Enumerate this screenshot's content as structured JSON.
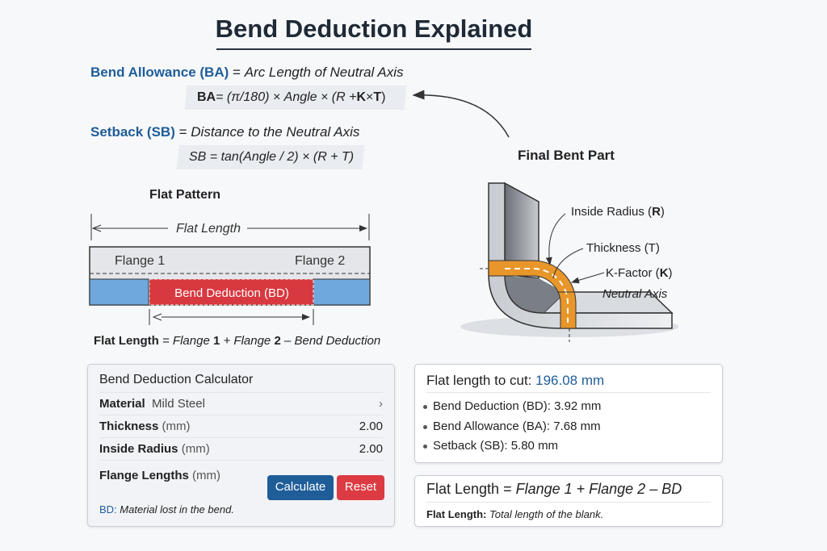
{
  "title": "Bend Deduction Explained",
  "ba": {
    "term": "Bend Allowance (BA)",
    "eq": "=",
    "desc": "Arc Length of Neutral Axis",
    "formula_lhs": "BA",
    "formula_rhs": " = (π/180) × Angle × (R + ",
    "formula_k": "K",
    "formula_x": " × ",
    "formula_t": "T",
    "formula_end": ")"
  },
  "sb": {
    "term": "Setback (SB)",
    "eq": "=",
    "desc": "Distance to the Neutral Axis",
    "formula": "SB = tan(Angle / 2) × (R + T)"
  },
  "flat_pattern": {
    "title": "Flat Pattern",
    "flat_length": "Flat Length",
    "flange1": "Flange 1",
    "flange2": "Flange 2",
    "bd": "Bend Deduction (BD)",
    "formula": {
      "lhs": "Flat Length",
      "rest1": " = Flange ",
      "n1": "1",
      "rest2": " + Flange ",
      "n2": "2",
      "rest3": " – Bend Deduction"
    }
  },
  "bent_part": {
    "title": "Final Bent Part",
    "inside_radius": "Inside Radius (",
    "r": "R",
    "thickness": "Thickness (T)",
    "kfactor": "K-Factor (",
    "k": "K",
    "close": ")",
    "neutral_axis": "Neutral Axis"
  },
  "calculator": {
    "title": "Bend Deduction Calculator",
    "material_label": "Material",
    "material_value": "Mild Steel",
    "thickness_label": "Thickness",
    "thickness_unit": "(mm)",
    "thickness_value": "2.00",
    "radius_label": "Inside Radius",
    "radius_unit": "(mm)",
    "radius_value": "2.00",
    "flange_label": "Flange Lengths",
    "flange_unit": "(mm)",
    "calculate": "Calculate",
    "reset": "Reset",
    "note_term": "BD:",
    "note_text": "Material lost in the bend."
  },
  "result": {
    "label": "Flat length to cut:",
    "value": "196.08 mm",
    "items": [
      "Bend Deduction (BD): 3.92 mm",
      "Bend Allowance (BA): 7.68 mm",
      "Setback (SB): 5.80 mm"
    ]
  },
  "formula_card": {
    "lhs": "Flat Length = ",
    "rhs": "Flange 1 + Flange 2 – BD",
    "note_term": "Flat Length:",
    "note_text": "Total length of the blank."
  },
  "colors": {
    "accent": "#1f5d99",
    "bd_red": "#d8383f",
    "flange_blue": "#6fa8dc",
    "orange": "#e8962a",
    "calc_btn": "#1f5d99",
    "reset_btn": "#dc3b43"
  }
}
